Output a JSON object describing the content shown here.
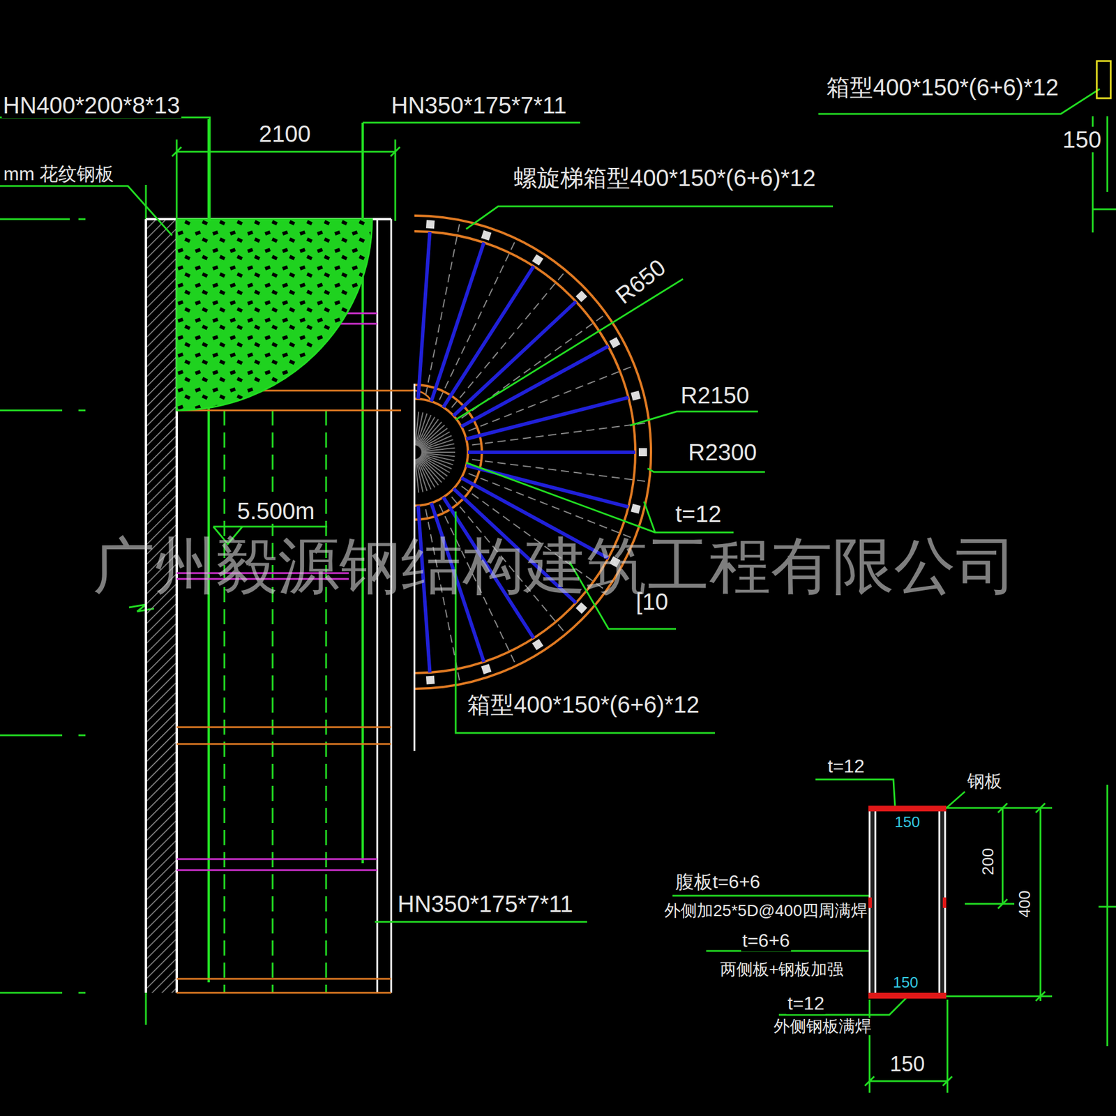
{
  "diagram": {
    "labels": [
      "HN400*200*8*13",
      "HN350*175*7*11",
      "2100",
      "mm 花纹钢板",
      "箱型400*150*(6+6)*12",
      "150",
      "螺旋梯箱型400*150*(6+6)*12",
      "R650",
      "R2150",
      "R2300",
      "t=12",
      "[10",
      "箱型400*150*(6+6)*12",
      "5.500m",
      "HN350*175*7*11",
      "广州毅源钢结构建筑工程有限公司",
      "t=12",
      "钢板",
      "150",
      "200",
      "400",
      "腹板t=6+6",
      "外侧加25*5D@400四周满焊",
      "t=6+6",
      "两侧板+钢板加强",
      "t=12",
      "外侧钢板满焊",
      "150",
      "150"
    ]
  }
}
